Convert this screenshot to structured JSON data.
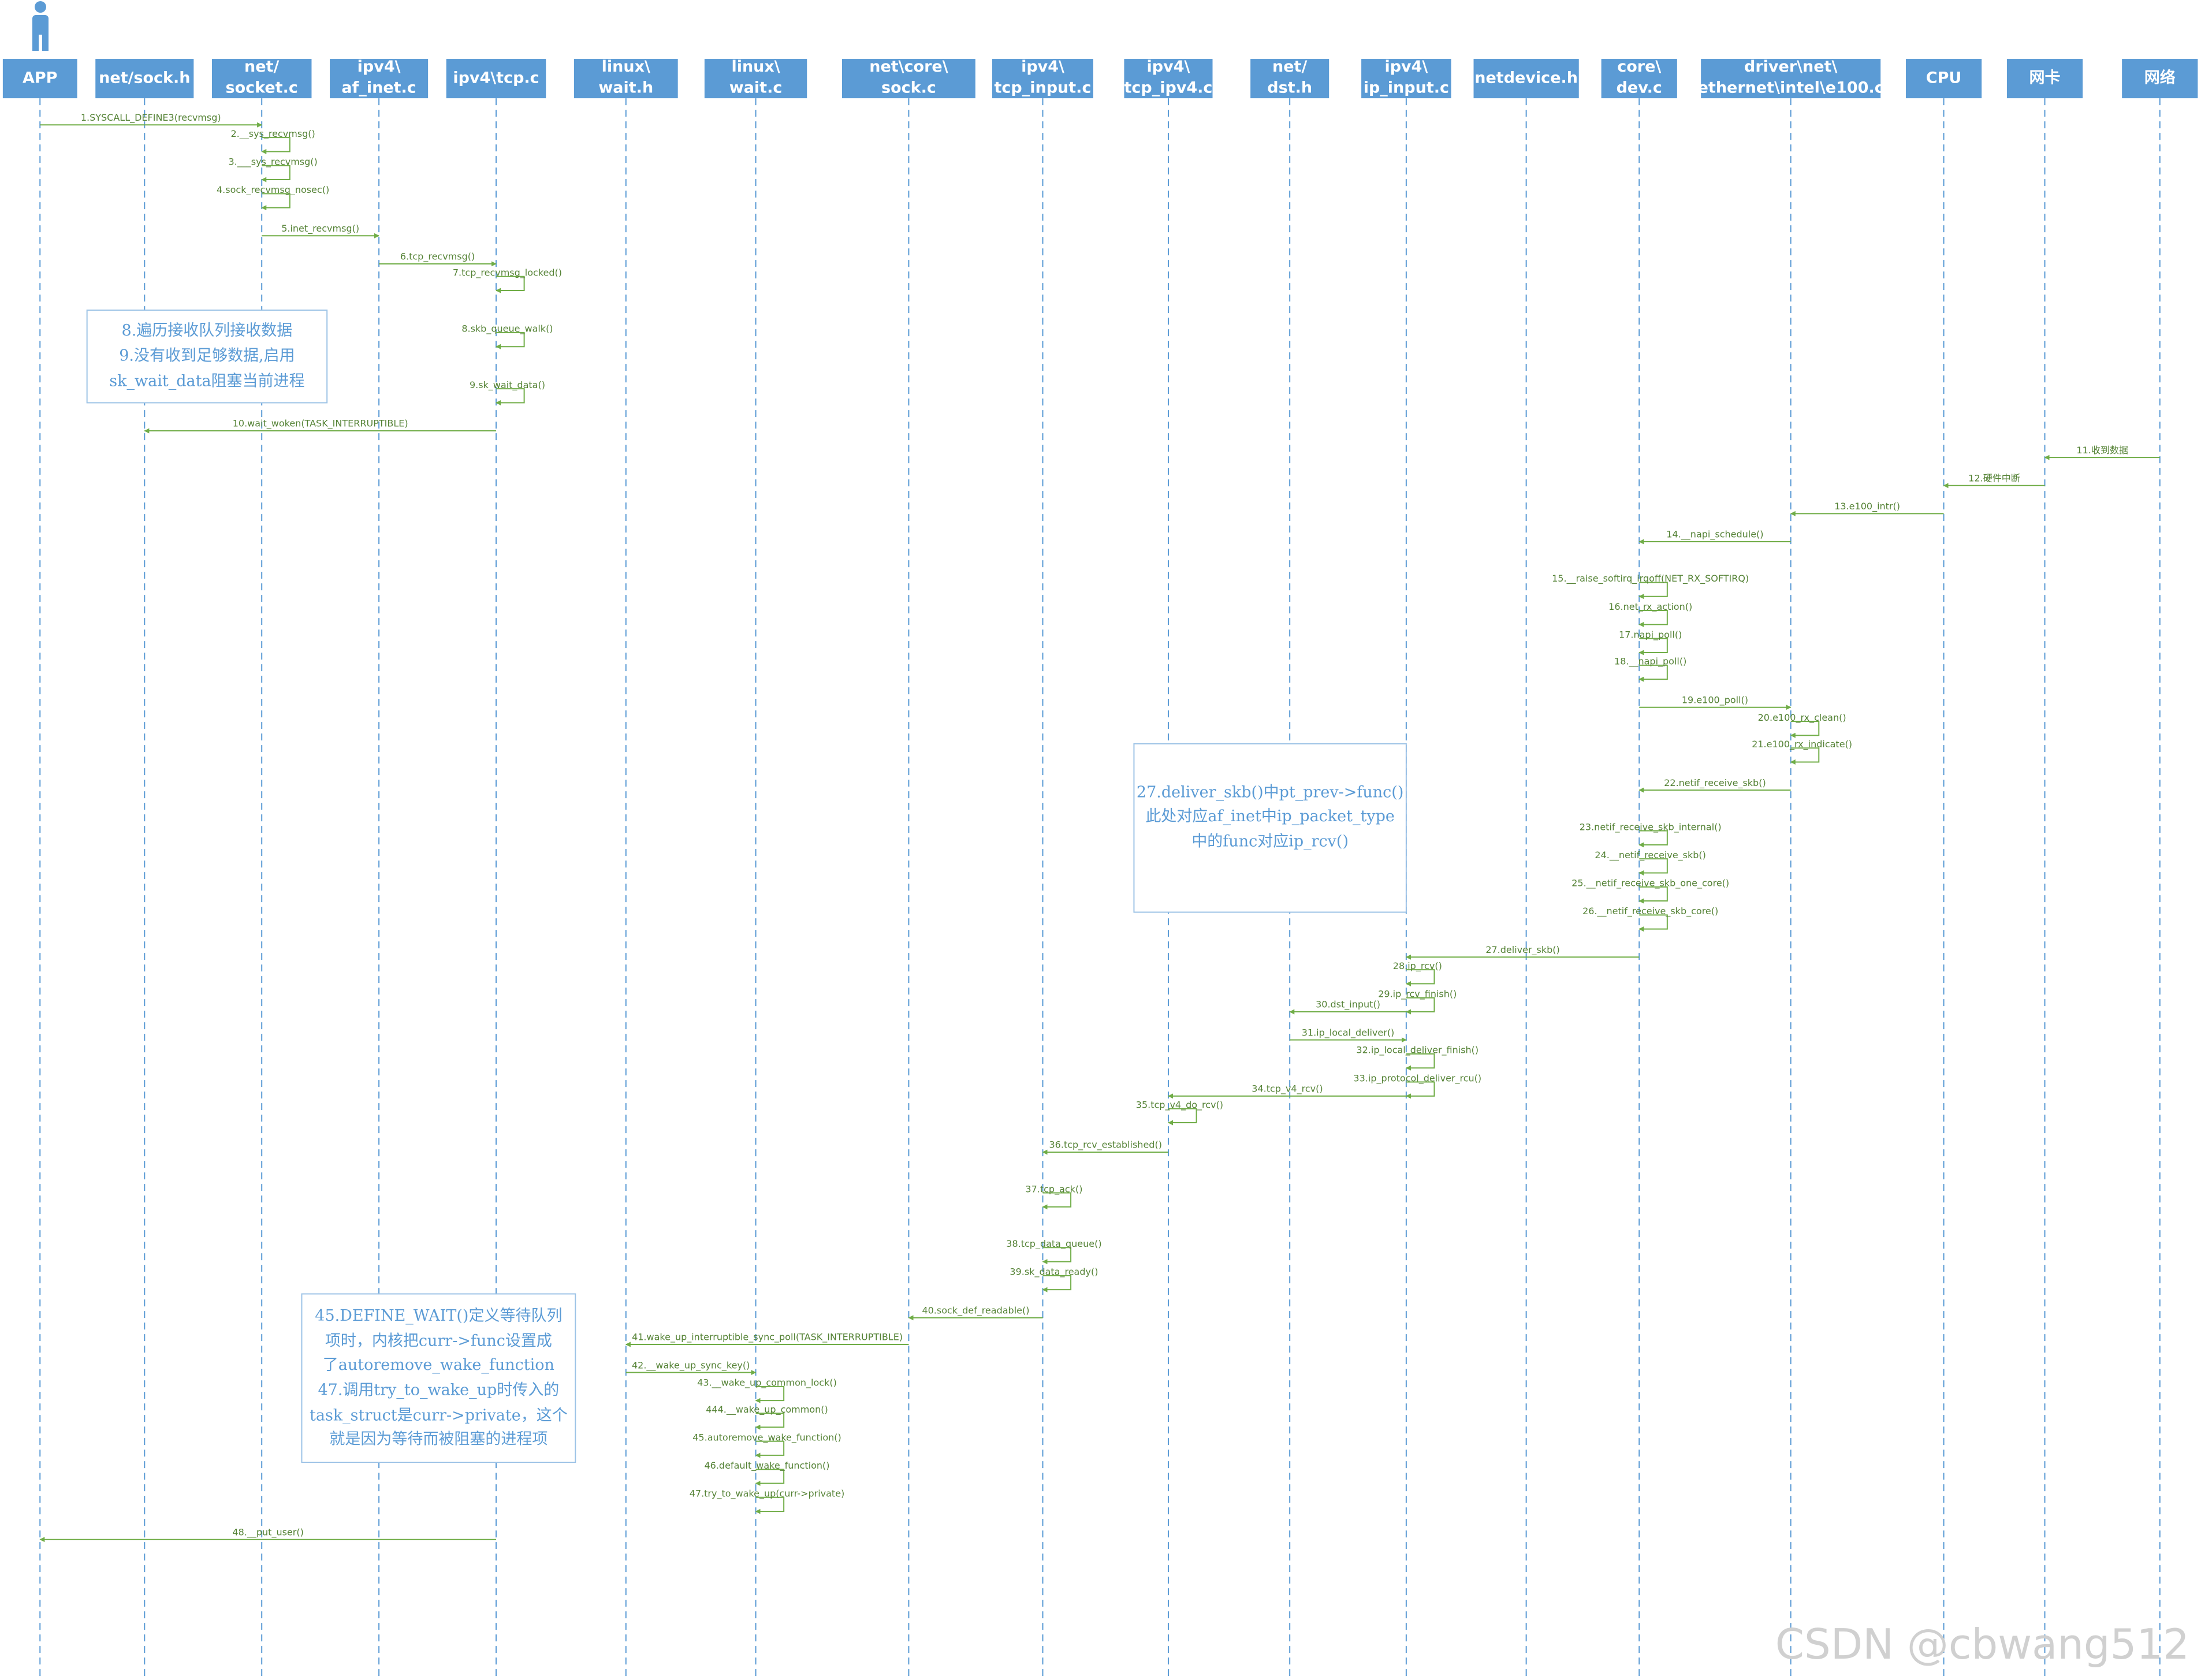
{
  "actor_icon": "person-icon",
  "colors": {
    "header": "#5b9bd5",
    "lifeline": "#5b9bd5",
    "message": "#70ad47",
    "label": "#548235",
    "note_text": "#5b9bd5",
    "note_border": "#9dc3e6"
  },
  "lanes": [
    {
      "id": "app",
      "label": [
        "APP"
      ]
    },
    {
      "id": "sock_h",
      "label": [
        "net/sock.h"
      ]
    },
    {
      "id": "socket_c",
      "label": [
        "net/",
        "socket.c"
      ]
    },
    {
      "id": "af_inet",
      "label": [
        "ipv4\\",
        "af_inet.c"
      ]
    },
    {
      "id": "tcp_c",
      "label": [
        "ipv4\\tcp.c"
      ]
    },
    {
      "id": "wait_h",
      "label": [
        "linux\\",
        "wait.h"
      ]
    },
    {
      "id": "wait_c",
      "label": [
        "linux\\",
        "wait.c"
      ]
    },
    {
      "id": "core_sock",
      "label": [
        "net\\core\\",
        "sock.c"
      ]
    },
    {
      "id": "tcp_input",
      "label": [
        "ipv4\\",
        "tcp_input.c"
      ]
    },
    {
      "id": "tcp_ipv4",
      "label": [
        "ipv4\\",
        "tcp_ipv4.c"
      ]
    },
    {
      "id": "dst_h",
      "label": [
        "net/",
        "dst.h"
      ]
    },
    {
      "id": "ip_input",
      "label": [
        "ipv4\\",
        "ip_input.c"
      ]
    },
    {
      "id": "netdevice",
      "label": [
        "netdevice.h"
      ]
    },
    {
      "id": "dev_c",
      "label": [
        "core\\",
        "dev.c"
      ]
    },
    {
      "id": "e100",
      "label": [
        "driver\\net\\",
        "ethernet\\intel\\e100.c"
      ]
    },
    {
      "id": "cpu",
      "label": [
        "CPU"
      ]
    },
    {
      "id": "nic",
      "label": [
        "网卡"
      ]
    },
    {
      "id": "network",
      "label": [
        "网络"
      ]
    }
  ],
  "messages": [
    {
      "label": "1.SYSCALL_DEFINE3(recvmsg)",
      "from": "app",
      "to": "socket_c"
    },
    {
      "label": "2.__sys_recvmsg()",
      "from": "socket_c",
      "to": "socket_c"
    },
    {
      "label": "3.___sys_recvmsg()",
      "from": "socket_c",
      "to": "socket_c"
    },
    {
      "label": "4.sock_recvmsg_nosec()",
      "from": "socket_c",
      "to": "socket_c"
    },
    {
      "label": "5.inet_recvmsg()",
      "from": "socket_c",
      "to": "af_inet"
    },
    {
      "label": "6.tcp_recvmsg()",
      "from": "af_inet",
      "to": "tcp_c"
    },
    {
      "label": "7.tcp_recvmsg_locked()",
      "from": "tcp_c",
      "to": "tcp_c"
    },
    {
      "label": "8.skb_queue_walk()",
      "from": "tcp_c",
      "to": "tcp_c"
    },
    {
      "label": "9.sk_wait_data()",
      "from": "tcp_c",
      "to": "tcp_c"
    },
    {
      "label": "10.wait_woken(TASK_INTERRUPTIBLE)",
      "from": "tcp_c",
      "to": "sock_h"
    },
    {
      "label": "11.收到数据",
      "from": "network",
      "to": "nic"
    },
    {
      "label": "12.硬件中断",
      "from": "nic",
      "to": "cpu"
    },
    {
      "label": "13.e100_intr()",
      "from": "cpu",
      "to": "e100"
    },
    {
      "label": "14.__napi_schedule()",
      "from": "e100",
      "to": "dev_c"
    },
    {
      "label": "15.__raise_softirq_irqoff(NET_RX_SOFTIRQ)",
      "from": "dev_c",
      "to": "dev_c"
    },
    {
      "label": "16.net_rx_action()",
      "from": "dev_c",
      "to": "dev_c"
    },
    {
      "label": "17.napi_poll()",
      "from": "dev_c",
      "to": "dev_c"
    },
    {
      "label": "18.__napi_poll()",
      "from": "dev_c",
      "to": "dev_c"
    },
    {
      "label": "19.e100_poll()",
      "from": "dev_c",
      "to": "e100"
    },
    {
      "label": "20.e100_rx_clean()",
      "from": "e100",
      "to": "e100"
    },
    {
      "label": "21.e100_rx_indicate()",
      "from": "e100",
      "to": "e100"
    },
    {
      "label": "22.netif_receive_skb()",
      "from": "e100",
      "to": "dev_c"
    },
    {
      "label": "23.netif_receive_skb_internal()",
      "from": "dev_c",
      "to": "dev_c"
    },
    {
      "label": "24.__netif_receive_skb()",
      "from": "dev_c",
      "to": "dev_c"
    },
    {
      "label": "25.__netif_receive_skb_one_core()",
      "from": "dev_c",
      "to": "dev_c"
    },
    {
      "label": "26.__netif_receive_skb_core()",
      "from": "dev_c",
      "to": "dev_c"
    },
    {
      "label": "27.deliver_skb()",
      "from": "dev_c",
      "to": "ip_input"
    },
    {
      "label": "28.ip_rcv()",
      "from": "ip_input",
      "to": "ip_input"
    },
    {
      "label": "29.ip_rcv_finish()",
      "from": "ip_input",
      "to": "ip_input"
    },
    {
      "label": "30.dst_input()",
      "from": "ip_input",
      "to": "dst_h"
    },
    {
      "label": "31.ip_local_deliver()",
      "from": "dst_h",
      "to": "ip_input"
    },
    {
      "label": "32.ip_local_deliver_finish()",
      "from": "ip_input",
      "to": "ip_input"
    },
    {
      "label": "33.ip_protocol_deliver_rcu()",
      "from": "ip_input",
      "to": "ip_input"
    },
    {
      "label": "34.tcp_v4_rcv()",
      "from": "ip_input",
      "to": "tcp_ipv4"
    },
    {
      "label": "35.tcp_v4_do_rcv()",
      "from": "tcp_ipv4",
      "to": "tcp_ipv4"
    },
    {
      "label": "36.tcp_rcv_established()",
      "from": "tcp_ipv4",
      "to": "tcp_input"
    },
    {
      "label": "37.tcp_ack()",
      "from": "tcp_input",
      "to": "tcp_input"
    },
    {
      "label": "38.tcp_data_queue()",
      "from": "tcp_input",
      "to": "tcp_input"
    },
    {
      "label": "39.sk_data_ready()",
      "from": "tcp_input",
      "to": "tcp_input"
    },
    {
      "label": "40.sock_def_readable()",
      "from": "tcp_input",
      "to": "core_sock"
    },
    {
      "label": "41.wake_up_interruptible_sync_poll(TASK_INTERRUPTIBLE)",
      "from": "core_sock",
      "to": "wait_h"
    },
    {
      "label": "42.__wake_up_sync_key()",
      "from": "wait_h",
      "to": "wait_c"
    },
    {
      "label": "43.__wake_up_common_lock()",
      "from": "wait_c",
      "to": "wait_c"
    },
    {
      "label": "444.__wake_up_common()",
      "from": "wait_c",
      "to": "wait_c"
    },
    {
      "label": "45.autoremove_wake_function()",
      "from": "wait_c",
      "to": "wait_c"
    },
    {
      "label": "46.default_wake_function()",
      "from": "wait_c",
      "to": "wait_c"
    },
    {
      "label": "47.try_to_wake_up(curr->private)",
      "from": "wait_c",
      "to": "wait_c"
    },
    {
      "label": "48.__put_user()",
      "from": "tcp_c",
      "to": "app"
    }
  ],
  "notes": [
    {
      "id": "note-8-9",
      "lines": [
        "8.遍历接收队列接收数据",
        "9.没有收到足够数据,启用",
        "sk_wait_data阻塞当前进程"
      ]
    },
    {
      "id": "note-27",
      "lines": [
        "27.deliver_skb()中pt_prev->func()",
        "此处对应af_inet中ip_packet_type",
        "中的func对应ip_rcv()"
      ]
    },
    {
      "id": "note-45-47",
      "lines": [
        "45.DEFINE_WAIT()定义等待队列",
        "项时，内核把curr->func设置成",
        "了autoremove_wake_function",
        "47.调用try_to_wake_up时传入的",
        "task_struct是curr->private，这个",
        "就是因为等待而被阻塞的进程项"
      ]
    }
  ],
  "watermark": "CSDN @cbwang512"
}
